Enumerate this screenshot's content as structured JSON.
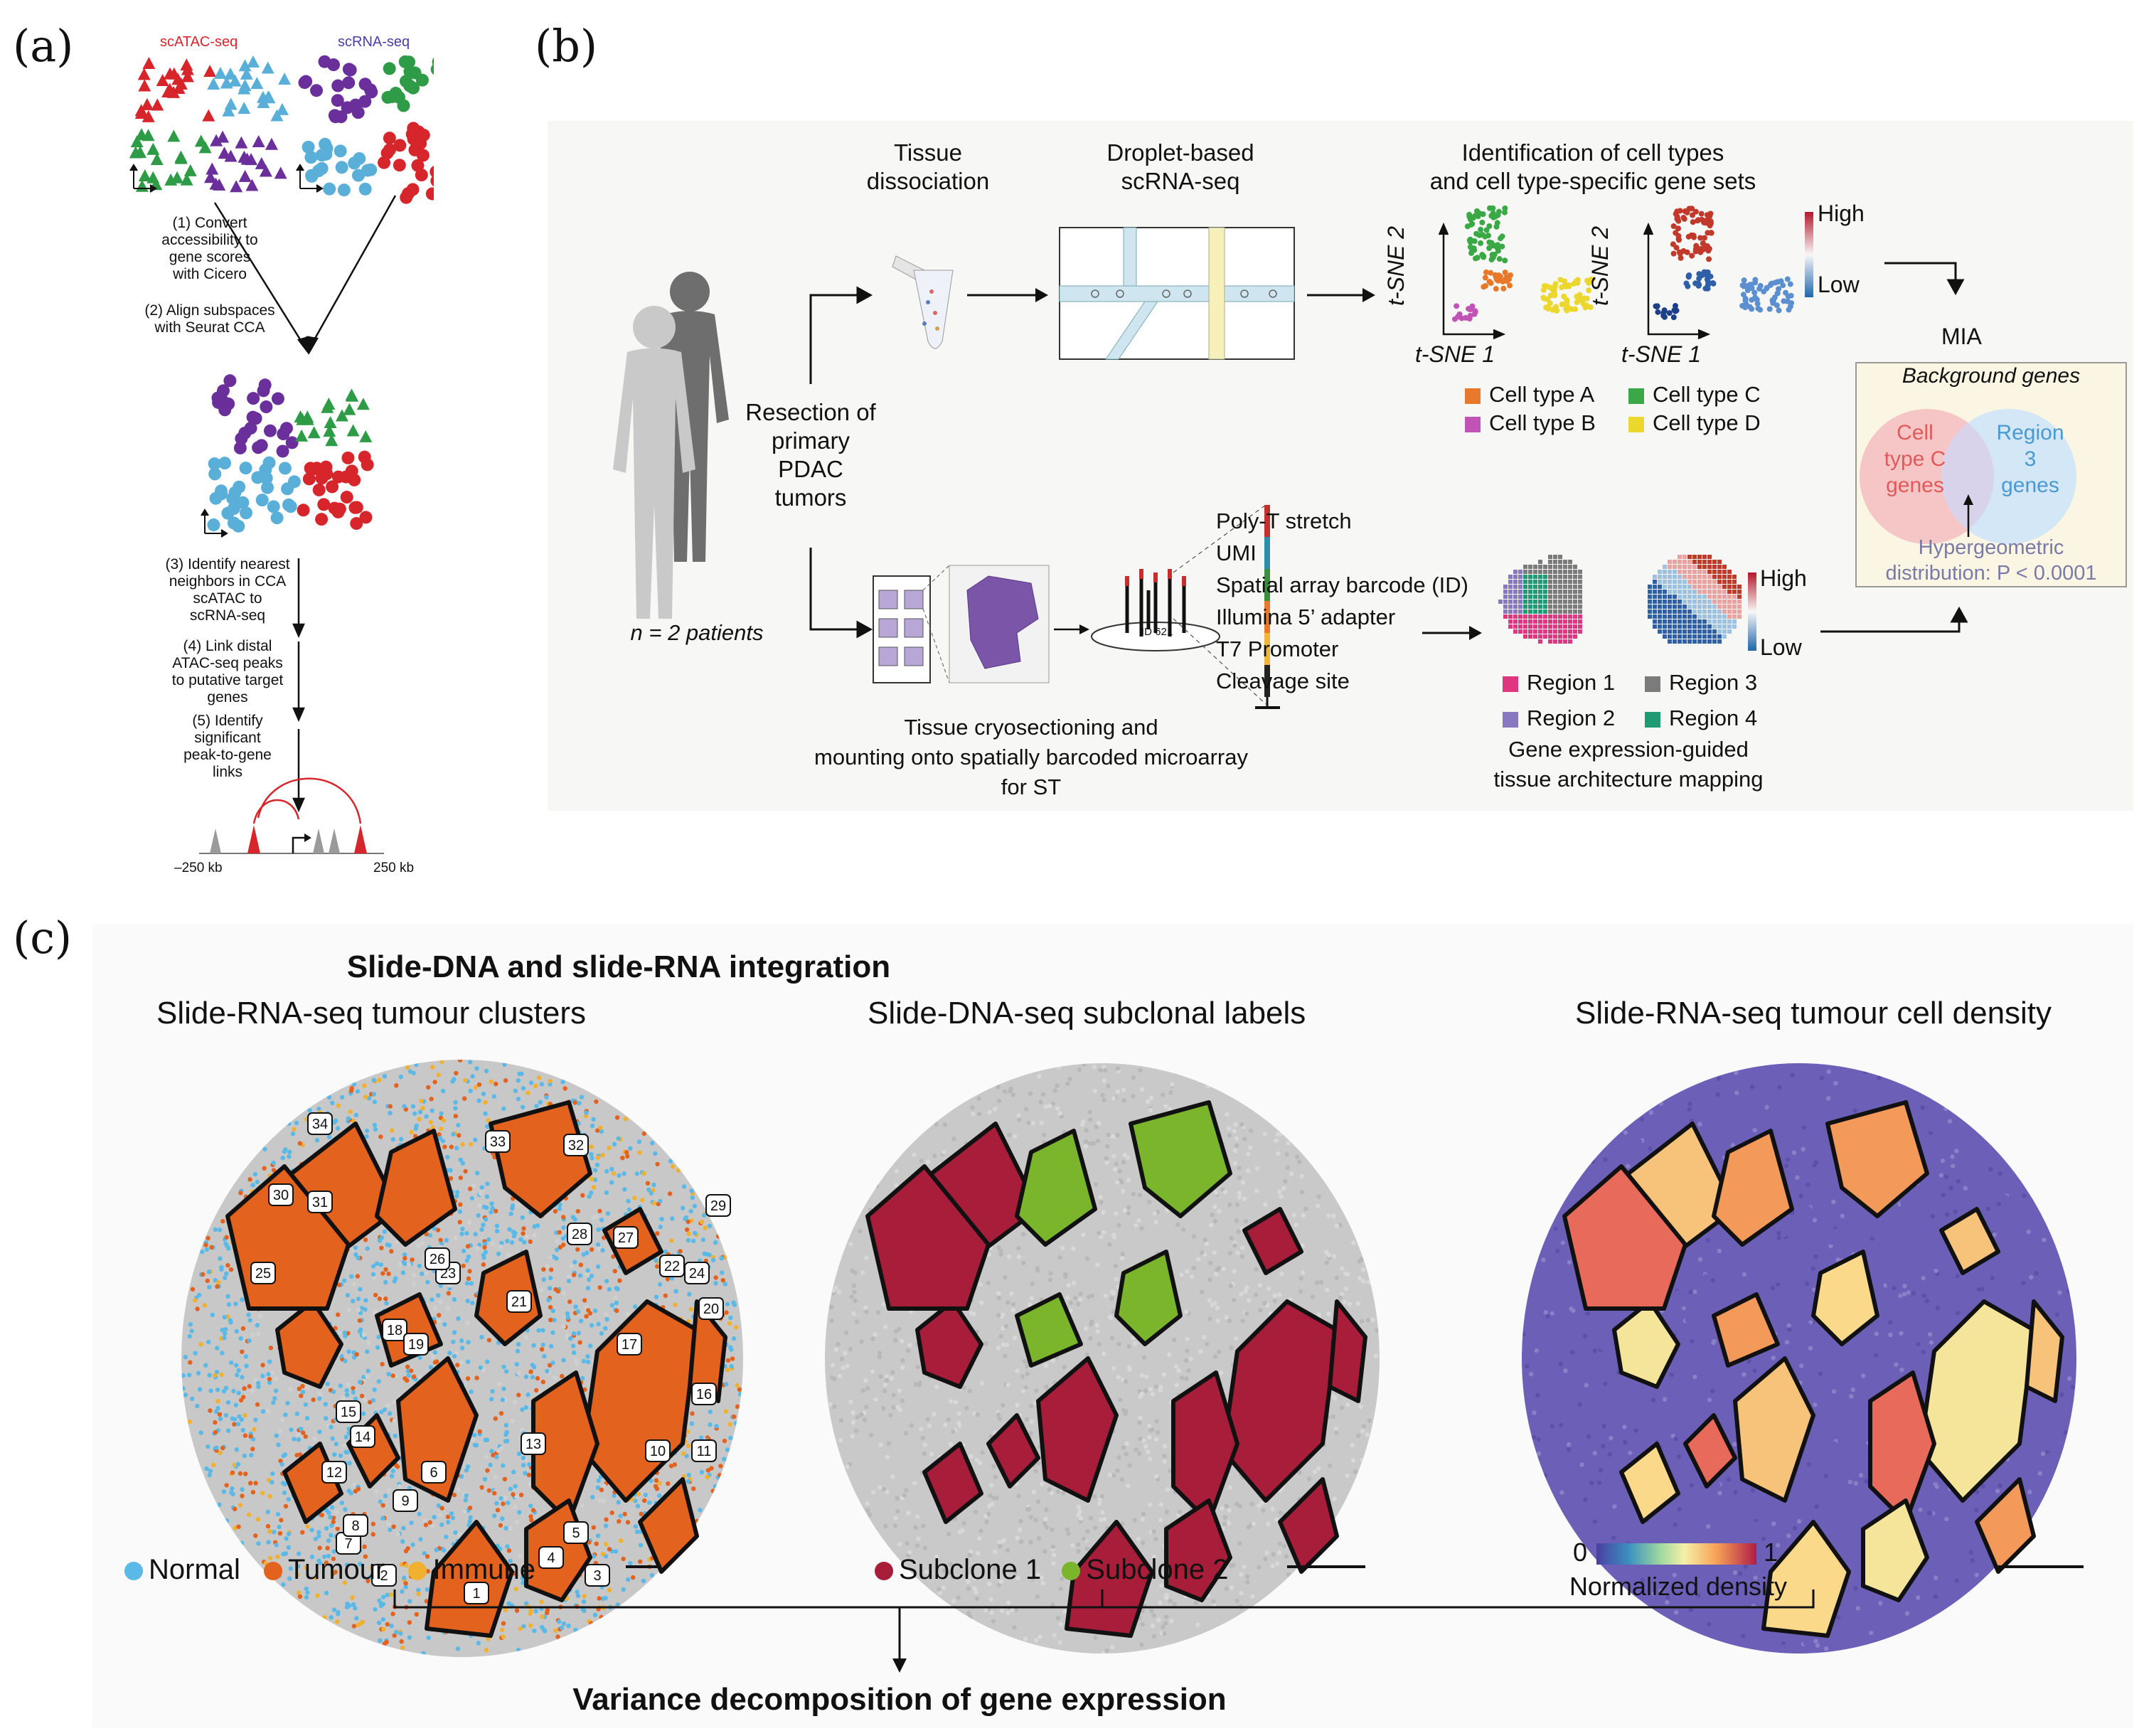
{
  "panels": {
    "a": "(a)",
    "b": "(b)",
    "c": "(c)"
  },
  "panel_a": {
    "scatac_label": "scATAC-seq",
    "scrna_label": "scRNA-seq",
    "step1": [
      "(1) Convert",
      "accessibility to",
      "gene scores",
      "with Cicero"
    ],
    "step2": [
      "(2) Align subspaces",
      "with Seurat CCA"
    ],
    "step3": [
      "(3) Identify nearest",
      "neighbors in CCA",
      "scATAC to",
      "scRNA-seq"
    ],
    "step4": [
      "(4) Link distal",
      "ATAC-seq peaks",
      "to putative target",
      "genes"
    ],
    "step5": [
      "(5) Identify",
      "significant",
      "peak-to-gene",
      "links"
    ],
    "axis_left": "–250 kb",
    "axis_right": "250 kb",
    "colors": {
      "red": "#d7262b",
      "blue": "#5aafd9",
      "green": "#2e9b47",
      "purple": "#6a2f9a",
      "grey": "#9a9a9a"
    }
  },
  "panel_b": {
    "patients": "n = 2 patients",
    "resection": [
      "Resection of",
      "primary",
      "PDAC",
      "tumors"
    ],
    "tissue_dissociation": [
      "Tissue",
      "dissociation"
    ],
    "droplet": [
      "Droplet-based",
      "scRNA-seq"
    ],
    "identification": [
      "Identification of cell types",
      "and cell type-specific gene sets"
    ],
    "tsne1": "t-SNE 1",
    "tsne2": "t-SNE 2",
    "high": "High",
    "low": "Low",
    "cell_types": [
      {
        "label": "Cell type A",
        "color": "#e8782a"
      },
      {
        "label": "Cell type C",
        "color": "#3aa845"
      },
      {
        "label": "Cell type B",
        "color": "#c153b7"
      },
      {
        "label": "Cell type D",
        "color": "#ecd72e"
      }
    ],
    "mia": "MIA",
    "background_genes": "Background genes",
    "venn_left": [
      "Cell",
      "type C",
      "genes"
    ],
    "venn_right": [
      "Region",
      "3",
      "genes"
    ],
    "hypergeometric": [
      "Hypergeometric",
      "distribution: P < 0.0001"
    ],
    "probe_labels": [
      "Poly-T stretch",
      "UMI",
      "Spatial array barcode (ID)",
      "Illumina 5’ adapter",
      "T7 Promoter",
      "Cleavage site"
    ],
    "probe_colors": [
      "#c62f2a",
      "#2b8eb0",
      "#3a8f3c",
      "#e8782a",
      "#f0b43a",
      "#222222"
    ],
    "spot_id": "ID 621",
    "cryosection": [
      "Tissue cryosectioning and",
      "mounting onto spatially barcoded microarray",
      "for ST"
    ],
    "regions": [
      {
        "label": "Region 1",
        "color": "#e0367f"
      },
      {
        "label": "Region 3",
        "color": "#7b7b7b"
      },
      {
        "label": "Region 2",
        "color": "#8878c0"
      },
      {
        "label": "Region 4",
        "color": "#1f9a73"
      }
    ],
    "mapping": [
      "Gene expression-guided",
      "tissue architecture mapping"
    ]
  },
  "panel_c": {
    "title": "Slide-DNA and slide-RNA integration",
    "subtitle_left": "Slide-RNA-seq tumour clusters",
    "subtitle_mid": "Slide-DNA-seq subclonal labels",
    "subtitle_right": "Slide-RNA-seq tumour cell density",
    "legend_left": [
      {
        "label": "Normal",
        "color": "#5ab9e6"
      },
      {
        "label": "Tumour",
        "color": "#e2621e"
      },
      {
        "label": "Immune",
        "color": "#f0b030"
      }
    ],
    "legend_mid": [
      {
        "label": "Subclone 1",
        "color": "#a81d3a"
      },
      {
        "label": "Subclone 2",
        "color": "#7ab52c"
      }
    ],
    "density_min": "0",
    "density_max": "1",
    "density_label": "Normalized density",
    "cluster_ids": [
      "1",
      "2",
      "3",
      "4",
      "5",
      "6",
      "7",
      "8",
      "9",
      "10",
      "11",
      "12",
      "13",
      "14",
      "15",
      "16",
      "17",
      "18",
      "19",
      "20",
      "21",
      "22",
      "23",
      "24",
      "25",
      "26",
      "27",
      "28",
      "29",
      "30",
      "31",
      "32",
      "33",
      "34"
    ],
    "bottom": "Variance decomposition of gene expression"
  }
}
